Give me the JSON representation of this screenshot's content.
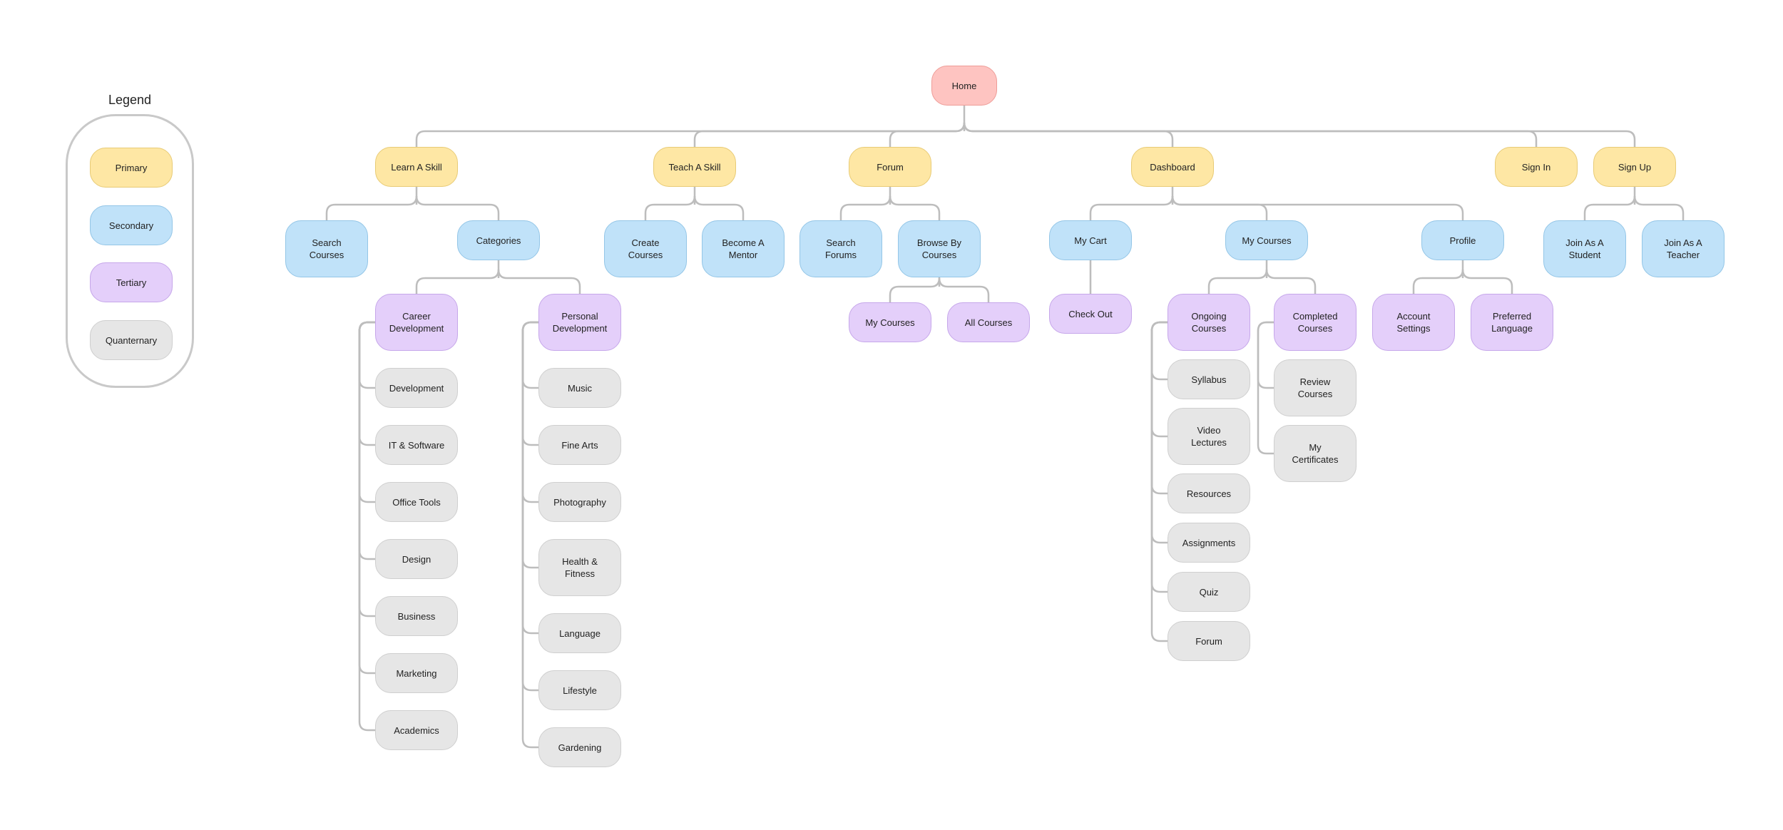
{
  "legend": {
    "title": "Legend",
    "items": [
      {
        "label": "Primary",
        "level": "primary"
      },
      {
        "label": "Secondary",
        "level": "secondary"
      },
      {
        "label": "Tertiary",
        "level": "tertiary"
      },
      {
        "label": "Quanternary",
        "level": "quaternary"
      }
    ]
  },
  "colors": {
    "root": "#FEC4C1",
    "primary": "#FEE7A4",
    "secondary": "#C0E2F9",
    "tertiary": "#E4CFFA",
    "quaternary": "#E6E6E6",
    "connector": "#BDBDBD"
  },
  "nodes": {
    "home": {
      "label": "Home",
      "level": "root"
    },
    "learn": {
      "label": "Learn A Skill",
      "level": "primary"
    },
    "teach": {
      "label": "Teach A Skill",
      "level": "primary"
    },
    "forum": {
      "label": "Forum",
      "level": "primary"
    },
    "dashboard": {
      "label": "Dashboard",
      "level": "primary"
    },
    "signin": {
      "label": "Sign In",
      "level": "primary"
    },
    "signup": {
      "label": "Sign Up",
      "level": "primary"
    },
    "search_courses": {
      "label": "Search\nCourses",
      "level": "secondary"
    },
    "categories": {
      "label": "Categories",
      "level": "secondary"
    },
    "create_courses": {
      "label": "Create\nCourses",
      "level": "secondary"
    },
    "become_mentor": {
      "label": "Become A\nMentor",
      "level": "secondary"
    },
    "search_forums": {
      "label": "Search\nForums",
      "level": "secondary"
    },
    "browse_courses": {
      "label": "Browse By\nCourses",
      "level": "secondary"
    },
    "my_cart": {
      "label": "My Cart",
      "level": "secondary"
    },
    "dash_my_courses": {
      "label": "My Courses",
      "level": "secondary"
    },
    "profile": {
      "label": "Profile",
      "level": "secondary"
    },
    "join_student": {
      "label": "Join As A\nStudent",
      "level": "secondary"
    },
    "join_teacher": {
      "label": "Join As A\nTeacher",
      "level": "secondary"
    },
    "career_dev": {
      "label": "Career\nDevelopment",
      "level": "tertiary"
    },
    "personal_dev": {
      "label": "Personal\nDevelopment",
      "level": "tertiary"
    },
    "forum_my_courses": {
      "label": "My Courses",
      "level": "tertiary"
    },
    "all_courses": {
      "label": "All Courses",
      "level": "tertiary"
    },
    "check_out": {
      "label": "Check Out",
      "level": "tertiary"
    },
    "ongoing": {
      "label": "Ongoing\nCourses",
      "level": "tertiary"
    },
    "completed": {
      "label": "Completed\nCourses",
      "level": "tertiary"
    },
    "account_settings": {
      "label": "Account\nSettings",
      "level": "tertiary"
    },
    "pref_language": {
      "label": "Preferred\nLanguage",
      "level": "tertiary"
    },
    "development": {
      "label": "Development",
      "level": "quaternary"
    },
    "it_software": {
      "label": "IT & Software",
      "level": "quaternary"
    },
    "office_tools": {
      "label": "Office Tools",
      "level": "quaternary"
    },
    "design": {
      "label": "Design",
      "level": "quaternary"
    },
    "business": {
      "label": "Business",
      "level": "quaternary"
    },
    "marketing": {
      "label": "Marketing",
      "level": "quaternary"
    },
    "academics": {
      "label": "Academics",
      "level": "quaternary"
    },
    "music": {
      "label": "Music",
      "level": "quaternary"
    },
    "fine_arts": {
      "label": "Fine Arts",
      "level": "quaternary"
    },
    "photography": {
      "label": "Photography",
      "level": "quaternary"
    },
    "health": {
      "label": "Health &\nFitness",
      "level": "quaternary"
    },
    "language": {
      "label": "Language",
      "level": "quaternary"
    },
    "lifestyle": {
      "label": "Lifestyle",
      "level": "quaternary"
    },
    "gardening": {
      "label": "Gardening",
      "level": "quaternary"
    },
    "syllabus": {
      "label": "Syllabus",
      "level": "quaternary"
    },
    "video_lectures": {
      "label": "Video\nLectures",
      "level": "quaternary"
    },
    "resources": {
      "label": "Resources",
      "level": "quaternary"
    },
    "assignments": {
      "label": "Assignments",
      "level": "quaternary"
    },
    "quiz": {
      "label": "Quiz",
      "level": "quaternary"
    },
    "ongoing_forum": {
      "label": "Forum",
      "level": "quaternary"
    },
    "review_courses": {
      "label": "Review\nCourses",
      "level": "quaternary"
    },
    "my_certificates": {
      "label": "My\nCertificates",
      "level": "quaternary"
    }
  },
  "tree": [
    {
      "parent": "home",
      "children": [
        "learn",
        "teach",
        "forum",
        "dashboard",
        "signin",
        "signup"
      ]
    },
    {
      "parent": "learn",
      "children": [
        "search_courses",
        "categories"
      ]
    },
    {
      "parent": "teach",
      "children": [
        "create_courses",
        "become_mentor"
      ]
    },
    {
      "parent": "forum",
      "children": [
        "search_forums",
        "browse_courses"
      ]
    },
    {
      "parent": "dashboard",
      "children": [
        "my_cart",
        "dash_my_courses",
        "profile"
      ]
    },
    {
      "parent": "signup",
      "children": [
        "join_student",
        "join_teacher"
      ]
    },
    {
      "parent": "categories",
      "children": [
        "career_dev",
        "personal_dev"
      ]
    },
    {
      "parent": "browse_courses",
      "children": [
        "forum_my_courses",
        "all_courses"
      ]
    },
    {
      "parent": "my_cart",
      "children": [
        "check_out"
      ]
    },
    {
      "parent": "dash_my_courses",
      "children": [
        "ongoing",
        "completed"
      ]
    },
    {
      "parent": "profile",
      "children": [
        "account_settings",
        "pref_language"
      ]
    },
    {
      "parent": "career_dev",
      "list": [
        "development",
        "it_software",
        "office_tools",
        "design",
        "business",
        "marketing",
        "academics"
      ]
    },
    {
      "parent": "personal_dev",
      "list": [
        "music",
        "fine_arts",
        "photography",
        "health",
        "language",
        "lifestyle",
        "gardening"
      ]
    },
    {
      "parent": "ongoing",
      "list": [
        "syllabus",
        "video_lectures",
        "resources",
        "assignments",
        "quiz",
        "ongoing_forum"
      ]
    },
    {
      "parent": "completed",
      "list": [
        "review_courses",
        "my_certificates"
      ]
    }
  ]
}
